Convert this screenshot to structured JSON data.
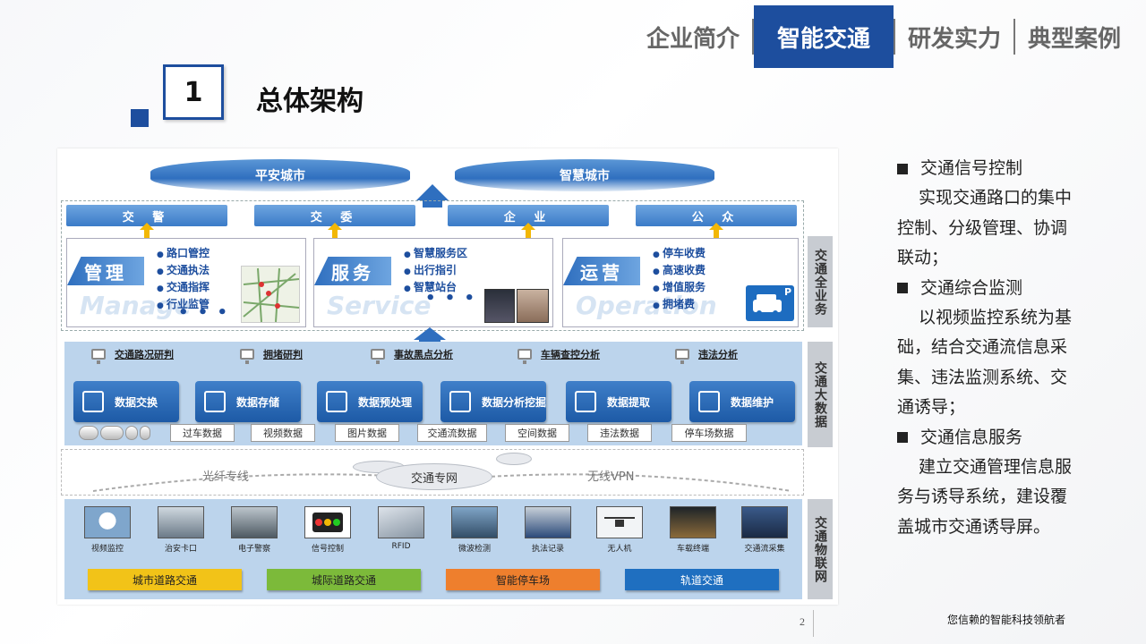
{
  "nav": {
    "tabs": [
      {
        "label": "企业简介",
        "active": false
      },
      {
        "label": "智能交通",
        "active": true
      },
      {
        "label": "研发实力",
        "active": false
      },
      {
        "label": "典型案例",
        "active": false
      }
    ]
  },
  "section": {
    "number": "1",
    "title": "总体架构"
  },
  "diagram": {
    "top": {
      "left": "平安城市",
      "right": "智慧城市"
    },
    "users": [
      "交 警",
      "交 委",
      "企 业",
      "公 众"
    ],
    "cards": [
      {
        "title": "管理",
        "en": "Manage",
        "items": [
          "路口管控",
          "交通执法",
          "交通指挥",
          "行业监管"
        ]
      },
      {
        "title": "服务",
        "en": "Service",
        "items": [
          "智慧服务区",
          "出行指引",
          "智慧站台"
        ]
      },
      {
        "title": "运营",
        "en": "Operation",
        "items": [
          "停车收费",
          "高速收费",
          "增值服务",
          "拥堵费"
        ]
      }
    ],
    "card_dots": "• • •",
    "parking_sign": "P",
    "side_labels": [
      "交通全业务",
      "交通大数据",
      "交通物联网"
    ],
    "analysis": [
      "交通路况研判",
      "拥堵研判",
      "事故黑点分析",
      "车辆查控分析",
      "违法分析"
    ],
    "services": [
      "数据交换",
      "数据存储",
      "数据预处理",
      "数据分析挖掘",
      "数据提取",
      "数据维护"
    ],
    "data_types": [
      "过车数据",
      "视频数据",
      "图片数据",
      "交通流数据",
      "空间数据",
      "违法数据",
      "停车场数据"
    ],
    "network": {
      "left": "光纤专线",
      "center": "交通专网",
      "right": "无线VPN"
    },
    "devices": [
      "视频监控",
      "治安卡口",
      "电子警察",
      "信号控制",
      "RFID",
      "微波检测",
      "执法记录",
      "无人机",
      "车载终端",
      "交通流采集"
    ],
    "roads": [
      {
        "label": "城市道路交通",
        "color": "#f2c318"
      },
      {
        "label": "城际道路交通",
        "color": "#7cba3a"
      },
      {
        "label": "智能停车场",
        "color": "#ee7f2d"
      },
      {
        "label": "轨道交通",
        "color": "#1f6fc0"
      }
    ]
  },
  "right_panel": {
    "items": [
      {
        "heading": "交通信号控制",
        "body": "实现交通路口的集中控制、分级管理、协调联动；"
      },
      {
        "heading": "交通综合监测",
        "body": "以视频监控系统为基础，结合交通流信息采集、违法监测系统、交通诱导；"
      },
      {
        "heading": "交通信息服务",
        "body": "建立交通管理信息服务与诱导系统，建设覆盖城市交通诱导屏。"
      }
    ]
  },
  "footer": {
    "page_number": "2",
    "slogan": "您信赖的智能科技领航者"
  }
}
